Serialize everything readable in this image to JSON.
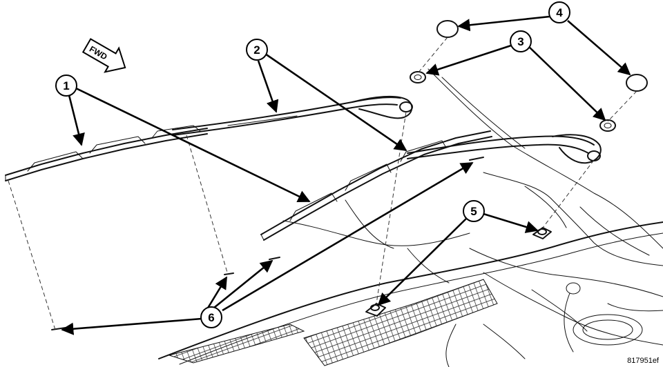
{
  "diagram": {
    "direction_label": "FWD",
    "figure_id": "817951ef",
    "callouts": [
      {
        "id": "callout-1",
        "number": "1"
      },
      {
        "id": "callout-2",
        "number": "2"
      },
      {
        "id": "callout-3",
        "number": "3"
      },
      {
        "id": "callout-4",
        "number": "4"
      },
      {
        "id": "callout-5",
        "number": "5"
      },
      {
        "id": "callout-6",
        "number": "6"
      }
    ]
  }
}
